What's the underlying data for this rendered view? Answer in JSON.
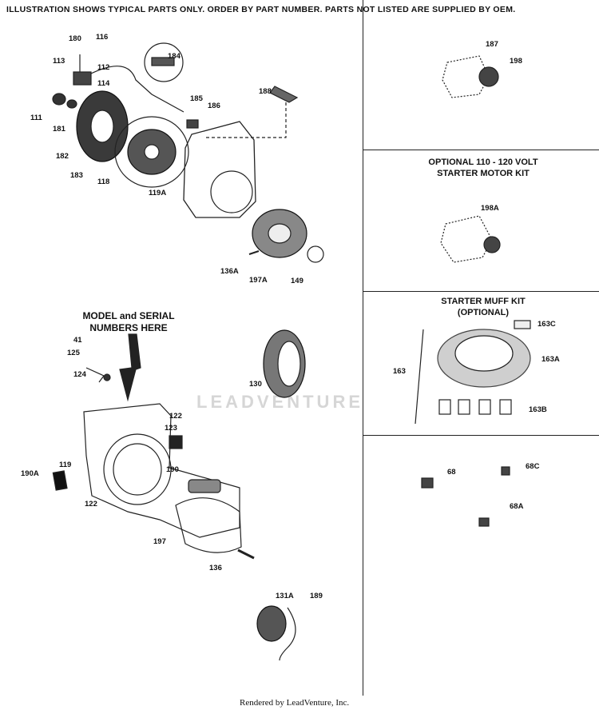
{
  "header": "ILLUSTRATION SHOWS TYPICAL PARTS ONLY. ORDER BY PART NUMBER. PARTS NOT LISTED ARE SUPPLIED BY OEM.",
  "model_note": [
    "MODEL and SERIAL",
    "NUMBERS HERE"
  ],
  "watermark": "LEADVENTURE",
  "footer": "Rendered by LeadVenture, Inc.",
  "kits": {
    "starter_motor": [
      "OPTIONAL 110 - 120 VOLT",
      "STARTER MOTOR KIT"
    ],
    "starter_muff": [
      "STARTER MUFF KIT",
      "(OPTIONAL)"
    ]
  },
  "part_labels": {
    "p180": "180",
    "p116": "116",
    "p113": "113",
    "p112": "112",
    "p114": "114",
    "p184": "184",
    "p111": "111",
    "p181": "181",
    "p185": "185",
    "p186": "186",
    "p188": "188",
    "p182": "182",
    "p183": "183",
    "p118": "118",
    "p119A": "119A",
    "p136A": "136A",
    "p197A": "197A",
    "p149": "149",
    "p41": "41",
    "p125": "125",
    "p124": "124",
    "p130": "130",
    "p122a": "122",
    "p123": "123",
    "p119": "119",
    "p190A": "190A",
    "p190": "190",
    "p122b": "122",
    "p197": "197",
    "p136": "136",
    "p131A": "131A",
    "p189": "189",
    "p187": "187",
    "p198": "198",
    "p198A": "198A",
    "p163C": "163C",
    "p163": "163",
    "p163A": "163A",
    "p163B": "163B",
    "p68": "68",
    "p68C": "68C",
    "p68A": "68A"
  }
}
